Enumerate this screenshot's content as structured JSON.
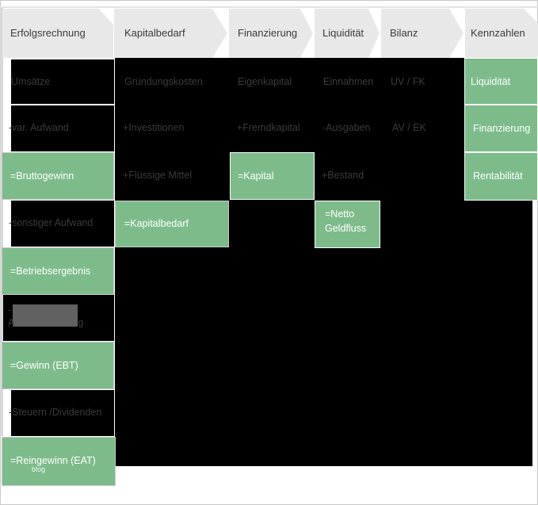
{
  "headers": [
    "Erfolgsrechnung",
    "Kapitalbedarf",
    "Finanzierung",
    "Liquidität",
    "Bilanz",
    "Kennzahlen"
  ],
  "colors": {
    "green": "#7dbb8b",
    "black": "#000000",
    "header": "#e8e8e8",
    "text": "#3b3b3b"
  },
  "erfolgsrechnung": {
    "umsaetze": "Umsätze",
    "var_aufwand": "-var. Aufwand",
    "bruttogewinn": "=Bruttogewinn",
    "sonstiger_aufwand": "-sonstiger Aufwand",
    "betriebsergebnis": "=Betriebsergebnis",
    "obscured_line1": "-",
    "obscured_line2": "A",
    "obscured_line3": "g",
    "gewinn_ebt": "=Gewinn (EBT)",
    "steuern": "-Steuern /Dividenden",
    "reingewinn": "=Reingewinn (EAT)"
  },
  "kapitalbedarf": {
    "gruendungskosten": "Gründungskosten",
    "investitionen": "+Investitionen",
    "fluessige_mittel": "+Flüssige Mittel",
    "kapitalbedarf": "=Kapitalbedarf"
  },
  "finanzierung": {
    "eigenkapital": "Eigenkapital",
    "fremdkapital": "+Fremdkapital",
    "kapital": "=Kapital"
  },
  "liquiditaet": {
    "einnahmen": "Einnahmen",
    "ausgaben": "-Ausgaben",
    "bestand": "+Bestand",
    "netto_line1": "=Netto",
    "netto_line2": "Geldfluss"
  },
  "bilanz": {
    "uv_fk": "UV / FK",
    "av_ek": "AV / EK"
  },
  "kennzahlen": {
    "liquiditaet": "Liquidität",
    "finanzierung": "Finanzierung",
    "rentabilitaet": "Rentabilität"
  },
  "watermark": "blog"
}
